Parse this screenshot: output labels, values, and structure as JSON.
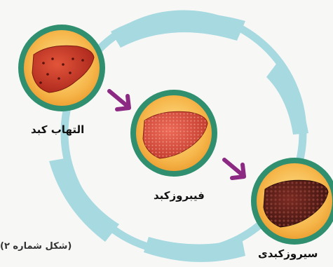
{
  "stages": [
    {
      "label": "التهاب کبد"
    },
    {
      "label": "فیبروزکبد"
    },
    {
      "label": "سیروزکبدی"
    }
  ],
  "caption": "(شکل شماره ۲)",
  "colors": {
    "ring": "#a6d9e0",
    "circle_border": "#2f8f6f",
    "circle_fill": "#f6b64a",
    "arrow": "#8c2a83",
    "liver_healthy_inflamed": "#c9341e",
    "liver_fibrosis": "#d24b3c",
    "liver_cirrhosis": "#5a1f1a"
  }
}
